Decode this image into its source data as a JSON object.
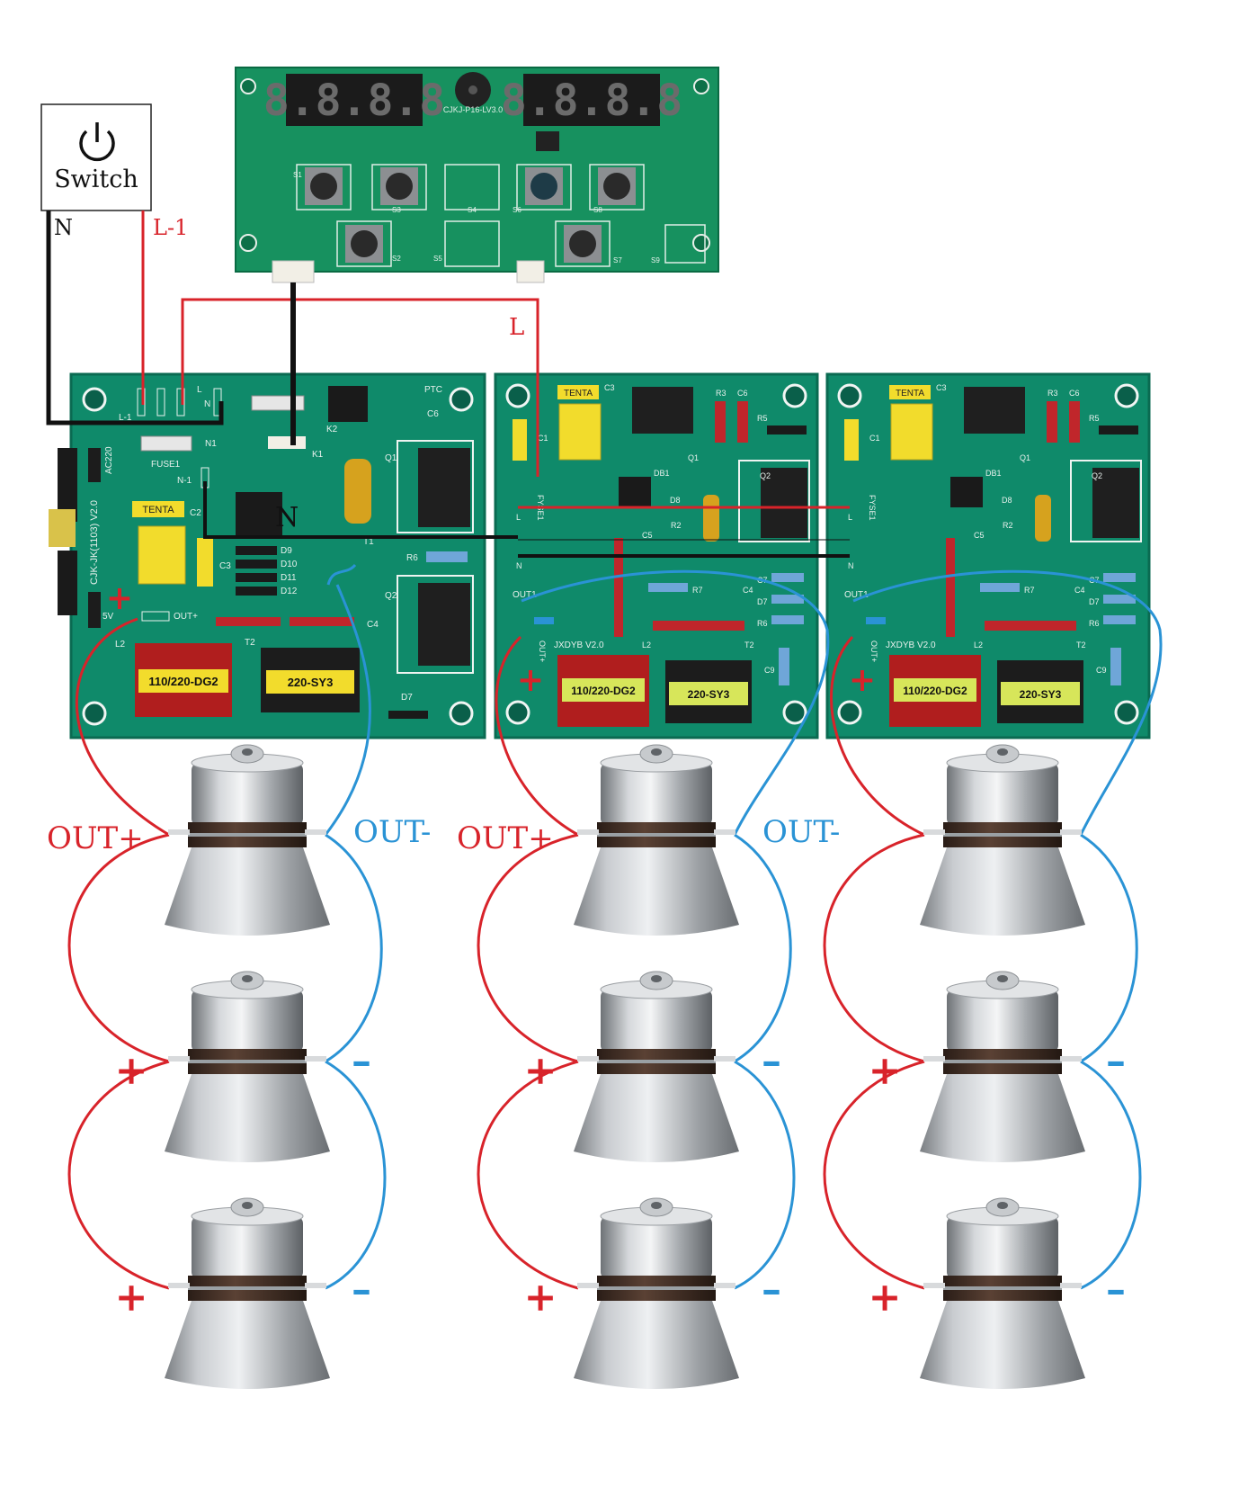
{
  "switch_box": {
    "label": "Switch",
    "icon": "power-icon"
  },
  "wire_labels": {
    "n_top": "N",
    "l1_top": "L-1",
    "l_mid": "L",
    "n_board": "N"
  },
  "control_board": {
    "display_left": "8.8.8.8",
    "display_right": "8.8.8.8",
    "model": "CJKJ-P16-LV3.0",
    "buttons": [
      "S1",
      "S3",
      "S4",
      "S6",
      "S8",
      "S2",
      "S5",
      "S7",
      "S9"
    ]
  },
  "driver_boards": [
    {
      "model": "CJK-JK(1103) V2.0",
      "transformer_left": "110/220-DG2",
      "transformer_right": "220-SY3",
      "cap_label": "TENTA",
      "out_plus": "OUT+",
      "out_power": "5V",
      "pins": [
        "L-1",
        "L",
        "N",
        "N-1",
        "FUSE1",
        "N1",
        "K1",
        "K2",
        "PTC",
        "C6",
        "C2",
        "C3",
        "D9",
        "D10",
        "D11",
        "D12",
        "Q1",
        "Q2",
        "R6",
        "C4",
        "D7",
        "L2",
        "T2",
        "T1",
        "AC220"
      ]
    },
    {
      "model": "JXDYB V2.0",
      "transformer_left": "110/220-DG2",
      "transformer_right": "220-SY3",
      "cap_label": "TENTA",
      "out_minus": "OUT1-",
      "out_plus": "OUT+",
      "pins": [
        "C1",
        "C3",
        "R3",
        "C6",
        "R5",
        "Q1",
        "DB1",
        "D8",
        "R2",
        "Q2",
        "C5",
        "FYSE1",
        "L",
        "N",
        "R7",
        "C4",
        "C7",
        "D7",
        "R6",
        "L2",
        "T2",
        "C9"
      ]
    },
    {
      "model": "JXDYB V2.0",
      "transformer_left": "110/220-DG2",
      "transformer_right": "220-SY3",
      "cap_label": "TENTA",
      "out_minus": "OUT1-",
      "out_plus": "OUT+",
      "pins": [
        "C1",
        "C3",
        "R3",
        "C6",
        "R5",
        "Q1",
        "DB1",
        "D8",
        "R2",
        "Q2",
        "C5",
        "FYSE1",
        "L",
        "N",
        "R7",
        "C4",
        "C7",
        "D7",
        "R6",
        "L2",
        "T2",
        "C9"
      ]
    }
  ],
  "transducer_labels": {
    "out_plus": "OUT+",
    "out_minus": "OUT-",
    "plus": "+",
    "minus": "–"
  },
  "colors": {
    "pcb": "#0f8a6a",
    "pcb_dark": "#0b6f55",
    "wire_red": "#d8232a",
    "wire_blue": "#2a93d5",
    "wire_black": "#111111",
    "transformer_yellow": "#f2dc2c",
    "transformer_red": "#b01e1e",
    "metal": "#b9bcc0",
    "band": "#3b2a22"
  }
}
